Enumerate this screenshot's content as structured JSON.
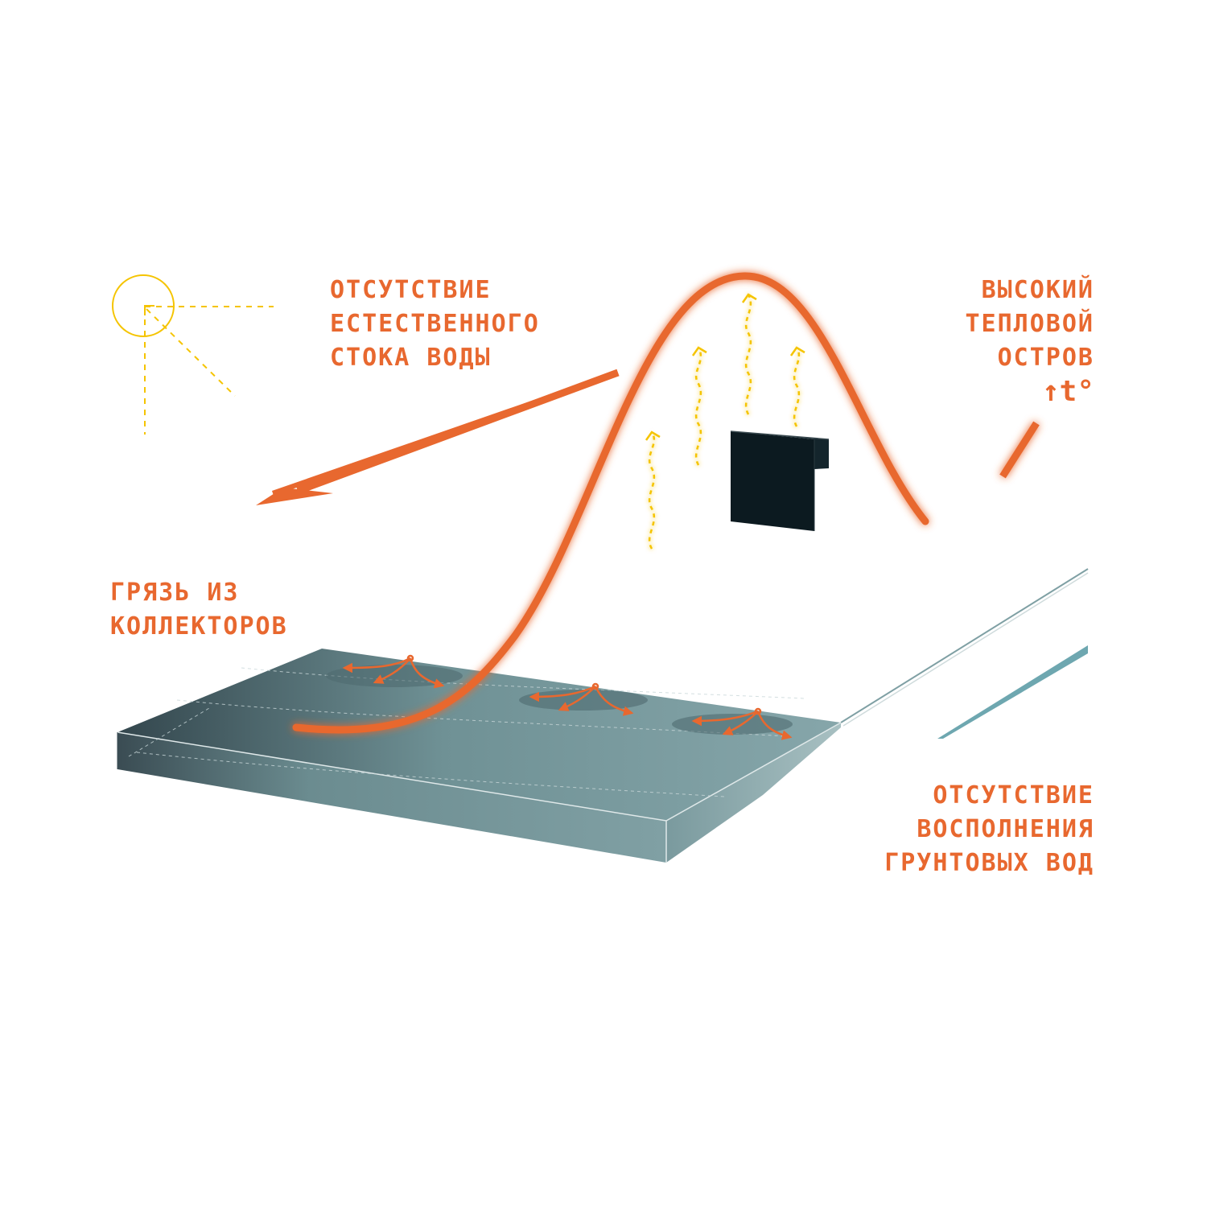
{
  "colors": {
    "accent_orange": "#e8682f",
    "sun_yellow": "#f5c400",
    "slab_dark": "#2f3f46",
    "slab_light": "#7fa0a4",
    "building": "#0c1a20",
    "water_line": "#6ea7b0"
  },
  "icons": {
    "sun": "sun-icon",
    "temperature_rise": "temperature-up-icon"
  },
  "labels": {
    "runoff": [
      "ОТСУТСТВИЕ",
      "ЕСТЕСТВЕННОГО",
      "СТОКА ВОДЫ"
    ],
    "heat_island": [
      "ВЫСОКИЙ",
      "ТЕПЛОВОЙ",
      "ОСТРОВ"
    ],
    "heat_island_symbol": "↑t°",
    "mud": [
      "ГРЯЗЬ ИЗ",
      "КОЛЛЕКТОРОВ"
    ],
    "groundwater": [
      "ОТСУТСТВИЕ",
      "ВОСПОЛНЕНИЯ",
      "ГРУНТОВЫХ ВОД"
    ]
  }
}
